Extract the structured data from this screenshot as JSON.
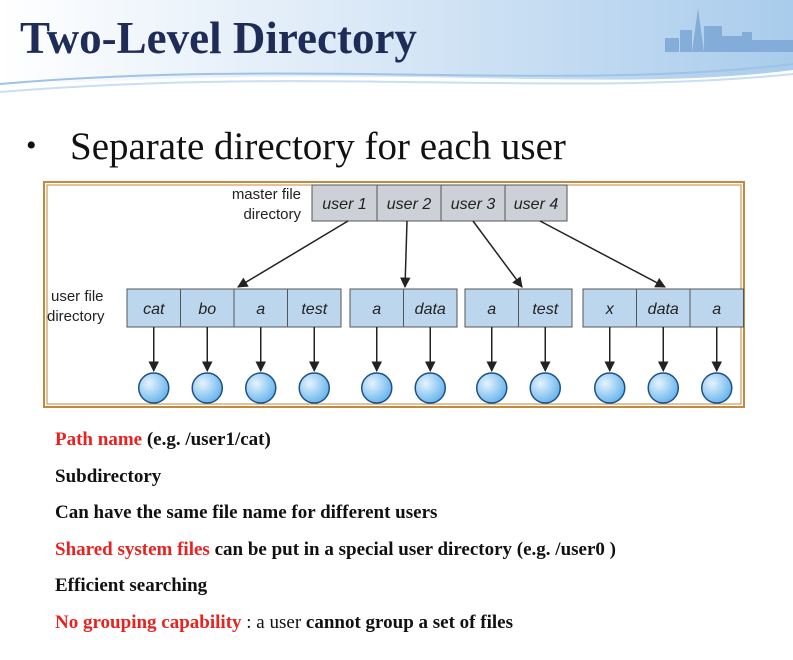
{
  "title": "Two-Level Directory",
  "bullet": "Separate directory for each user",
  "diagram": {
    "master_label_line1": "master file",
    "master_label_line2": "directory",
    "master_cells": [
      "user 1",
      "user 2",
      "user 3",
      "user 4"
    ],
    "ufd_label_line1": "user file",
    "ufd_label_line2": "directory",
    "user_dirs": [
      [
        "cat",
        "bo",
        "a",
        "test"
      ],
      [
        "a",
        "data"
      ],
      [
        "a",
        "test"
      ],
      [
        "x",
        "data",
        "a"
      ]
    ],
    "colors": {
      "border": "#c38a3d",
      "master_cell": "#cdd0d6",
      "user_cell": "#bcd6ee",
      "file_node": "#64b4ec"
    }
  },
  "notes": [
    {
      "red": "Path name",
      "rest": " (e.g. /user1/cat)"
    },
    {
      "text": "Subdirectory"
    },
    {
      "text": "Can have the same file name for different users"
    },
    {
      "red": "Shared system files",
      "rest": " can be put in a special user directory (e.g. /user0 )"
    },
    {
      "text": "Efficient searching"
    },
    {
      "red": "No grouping capability",
      "plain": " : a user ",
      "rest": "cannot group a set of files"
    }
  ]
}
